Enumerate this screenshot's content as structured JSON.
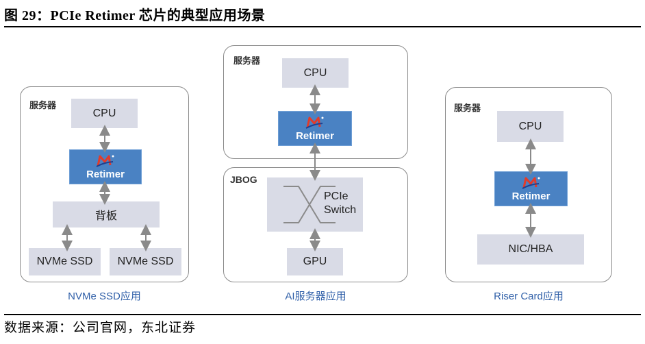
{
  "figure": {
    "title": "图 29：PCIe Retimer 芯片的典型应用场景",
    "source": "数据来源：公司官网，东北证券"
  },
  "panels": {
    "nvme": {
      "frame_label": "服务器",
      "cpu": "CPU",
      "retimer": "Retimer",
      "logo": "M-logo",
      "backplane": "背板",
      "ssd_left": "NVMe SSD",
      "ssd_right": "NVMe SSD",
      "caption": "NVMe SSD应用"
    },
    "ai": {
      "server_label": "服务器",
      "cpu": "CPU",
      "retimer": "Retimer",
      "logo": "M-logo",
      "jbog_label": "JBOG",
      "switch_line1": "PCIe",
      "switch_line2": "Switch",
      "gpu": "GPU",
      "caption": "AI服务器应用"
    },
    "riser": {
      "frame_label": "服务器",
      "cpu": "CPU",
      "retimer": "Retimer",
      "logo": "M-logo",
      "nic": "NIC/HBA",
      "caption": "Riser Card应用"
    }
  },
  "colors": {
    "retimer_fill": "#4a82c3",
    "box_fill": "#d9dbe6",
    "caption": "#2f5fa8",
    "logo_red": "#e23b2a",
    "logo_blue": "#1f3f8f",
    "arrow": "#8a8a8a"
  }
}
